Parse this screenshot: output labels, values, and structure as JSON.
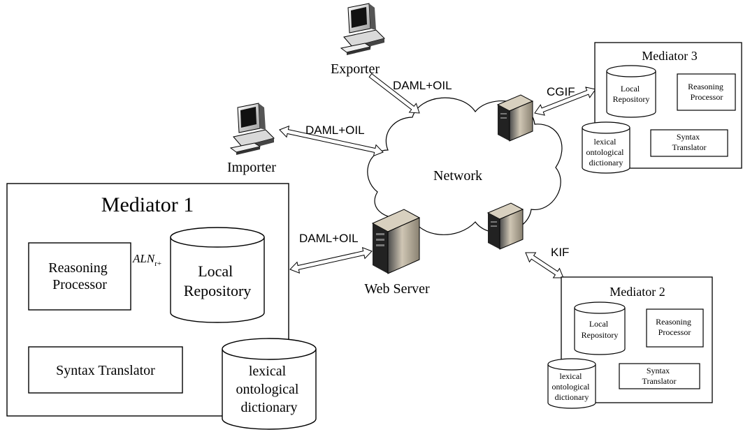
{
  "network": {
    "label": "Network"
  },
  "nodes": {
    "exporter": {
      "label": "Exporter",
      "icon": "desktop-computer-icon"
    },
    "importer": {
      "label": "Importer",
      "icon": "desktop-computer-icon"
    },
    "web_server": {
      "label": "Web Server",
      "icon": "server-tower-icon"
    }
  },
  "protocols": {
    "exporter_link": "DAML+OIL",
    "importer_link": "DAML+OIL",
    "mediator1_link": "DAML+OIL",
    "mediator3_link": "CGIF",
    "mediator2_link": "KIF"
  },
  "mediator1": {
    "title": "Mediator 1",
    "reasoning_processor": [
      "Reasoning",
      "Processor"
    ],
    "local_repository": [
      "Local",
      "Repository"
    ],
    "syntax_translator": "Syntax Translator",
    "dictionary": [
      "lexical",
      "ontological",
      "dictionary"
    ],
    "logic_label": "ALN",
    "logic_subscript": "r+"
  },
  "mediator2": {
    "title": "Mediator 2",
    "reasoning_processor": [
      "Reasoning",
      "Processor"
    ],
    "local_repository": [
      "Local",
      "Repository"
    ],
    "syntax_translator": [
      "Syntax",
      "Translator"
    ],
    "dictionary": [
      "lexical",
      "ontological",
      "dictionary"
    ]
  },
  "mediator3": {
    "title": "Mediator 3",
    "reasoning_processor": [
      "Reasoning",
      "Processor"
    ],
    "local_repository": [
      "Local",
      "Repository"
    ],
    "syntax_translator": [
      "Syntax",
      "Translator"
    ],
    "dictionary": [
      "lexical",
      "ontological",
      "dictionary"
    ]
  }
}
